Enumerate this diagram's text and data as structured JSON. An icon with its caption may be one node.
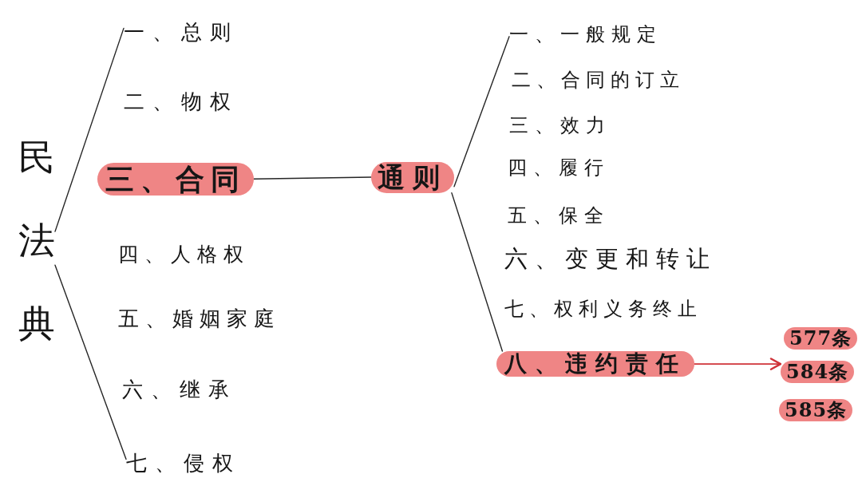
{
  "diagram": {
    "nodes": [
      {
        "text": [
          "民法典"
        ]
      },
      {
        "text": [
          "一、总则"
        ]
      },
      {
        "text": [
          "二、物权"
        ]
      },
      {
        "text": [
          "三、合同"
        ]
      },
      {
        "text": [
          "四、人格权"
        ]
      },
      {
        "text": [
          "五、婚姻家庭"
        ]
      },
      {
        "text": [
          "六、继承"
        ]
      },
      {
        "text": [
          "七、侵权"
        ]
      },
      {
        "text": [
          "通则"
        ]
      },
      {
        "text": [
          "一、一般规定"
        ]
      },
      {
        "text": [
          "二、合同的订立"
        ]
      },
      {
        "text": [
          "三、效力"
        ]
      },
      {
        "text": [
          "四、履行"
        ]
      },
      {
        "text": [
          "五、保全"
        ]
      },
      {
        "text": [
          "六、变更和转让"
        ]
      },
      {
        "text": [
          "七、权利义务终止"
        ]
      },
      {
        "text": [
          "八、违约责任"
        ]
      },
      {
        "text": [
          "577条"
        ]
      },
      {
        "text": [
          "584条"
        ]
      },
      {
        "text": [
          "585条"
        ]
      }
    ],
    "edges": [
      {
        "from": 0,
        "to": 1,
        "arrow": "none"
      },
      {
        "from": 0,
        "to": 7,
        "arrow": "none"
      },
      {
        "from": 3,
        "to": 8,
        "arrow": "none"
      },
      {
        "from": 8,
        "to": 9,
        "arrow": "none"
      },
      {
        "from": 8,
        "to": 16,
        "arrow": "none"
      },
      {
        "from": 16,
        "to": 18,
        "arrow": "to",
        "color": "#cf3339"
      }
    ]
  }
}
